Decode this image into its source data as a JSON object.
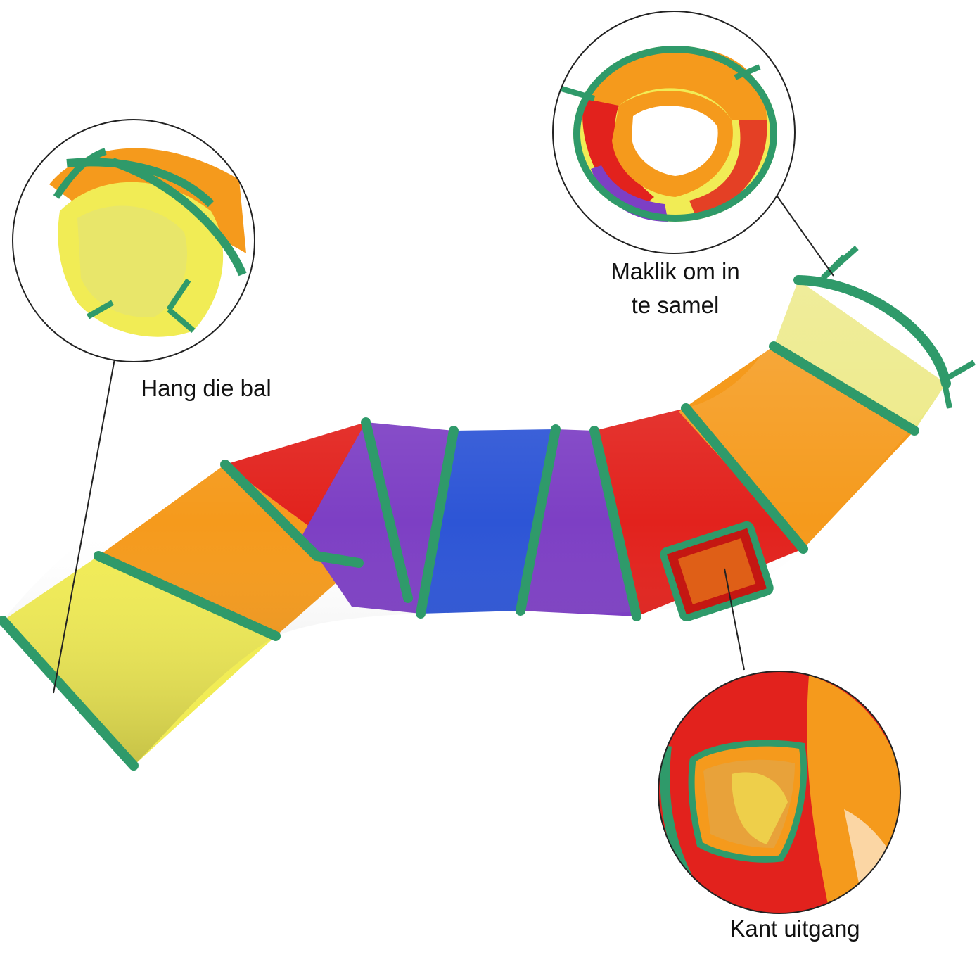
{
  "callouts": {
    "hang_ball": {
      "label": "Hang die bal"
    },
    "easy_collect": {
      "label_line1": "Maklik om in",
      "label_line2": "te samel"
    },
    "side_exit": {
      "label": "Kant uitgang"
    }
  },
  "colors": {
    "yellow": "#f1ec55",
    "orange": "#f59a1c",
    "red": "#e2221d",
    "purple": "#7d3fc4",
    "blue": "#2d55d6",
    "green_trim": "#2f9a6a",
    "pale_yellow": "#ece985"
  }
}
